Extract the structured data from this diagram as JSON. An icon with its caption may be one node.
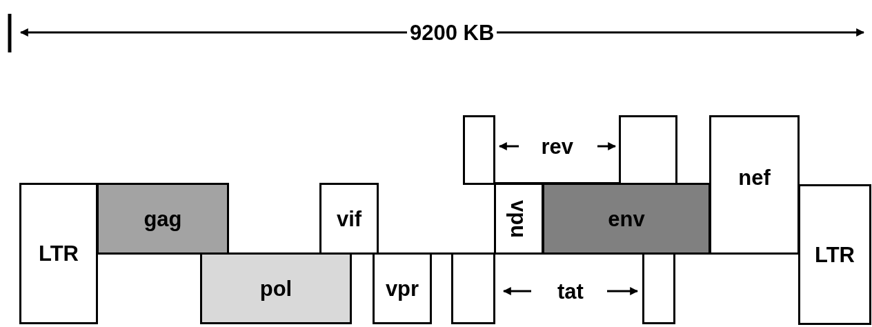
{
  "diagram": {
    "nodes": [
      {
        "text": [
          "LTR"
        ]
      },
      {
        "text": [
          "gag"
        ]
      },
      {
        "text": [
          "pol"
        ]
      },
      {
        "text": [
          "vif"
        ]
      },
      {
        "text": [
          "vpr"
        ]
      },
      {
        "text": [],
        "shape": "box"
      },
      {
        "text": [],
        "shape": "box"
      },
      {
        "text": [
          "vpu"
        ]
      },
      {
        "text": [
          "env"
        ]
      },
      {
        "text": [],
        "shape": "box"
      },
      {
        "text": [],
        "shape": "box"
      },
      {
        "text": [
          "nef"
        ]
      },
      {
        "text": [
          "LTR"
        ]
      }
    ],
    "edges": [],
    "labels": [
      "9200 KB",
      "rev",
      "tat"
    ]
  }
}
